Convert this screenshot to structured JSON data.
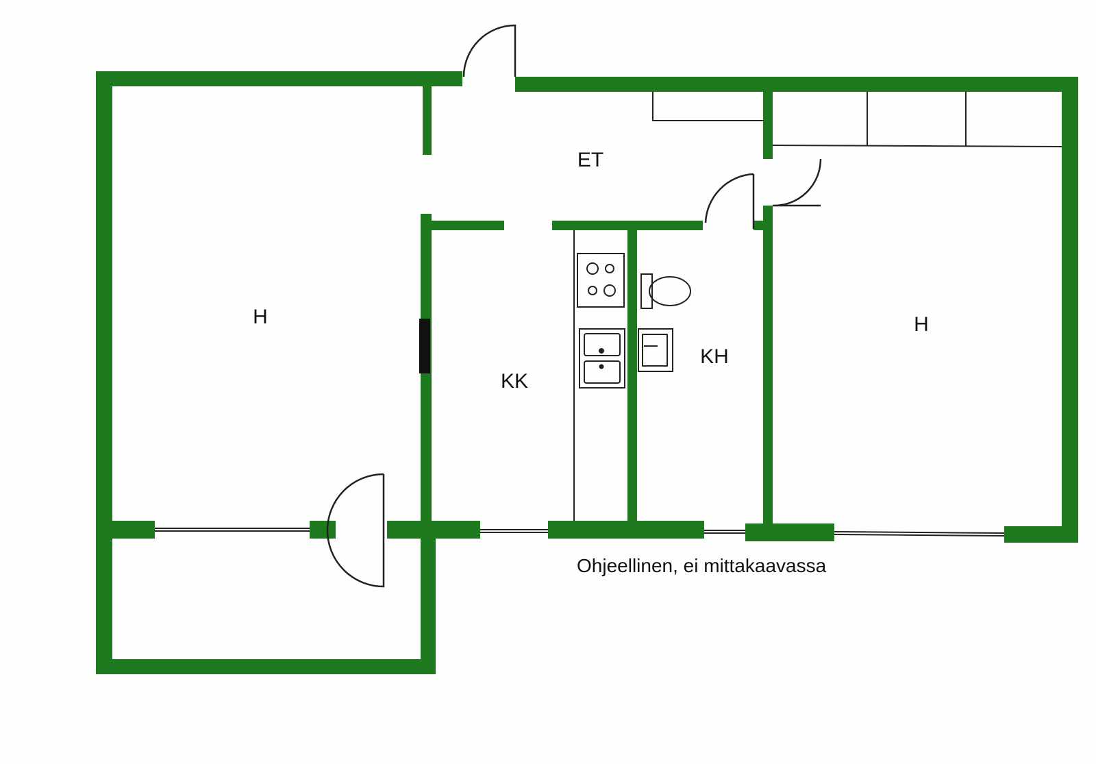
{
  "colors": {
    "wall": "#1f7a1f",
    "line": "#222222",
    "background": "#fefefe"
  },
  "rooms": {
    "entrance": "ET",
    "bedroom_left": "H",
    "bedroom_right": "H",
    "kitchen": "KK",
    "bathroom": "KH"
  },
  "caption": "Ohjeellinen, ei mittakaavassa"
}
